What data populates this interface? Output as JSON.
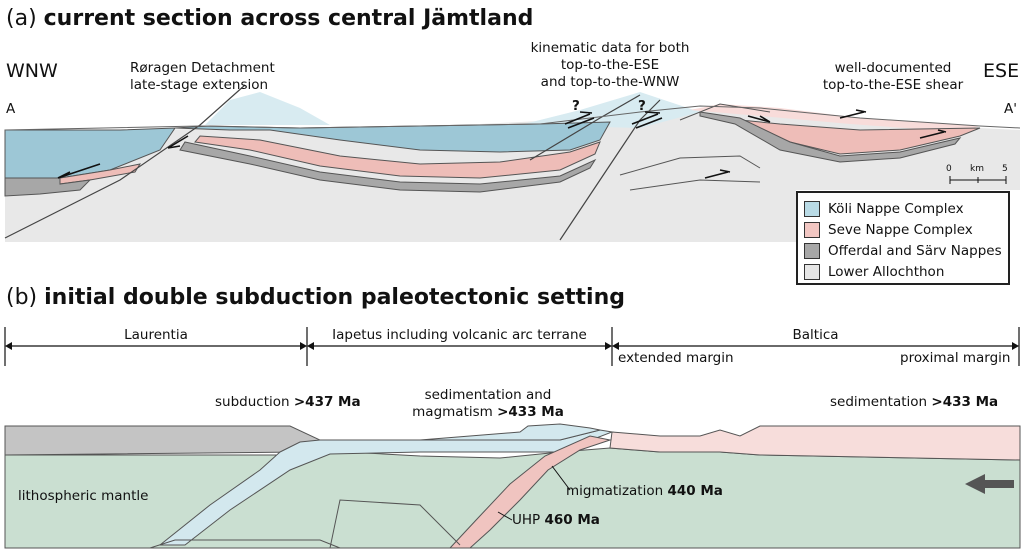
{
  "panel_a": {
    "title_prefix": "(a) ",
    "title_bold": "current section across central Jämtland",
    "dir_left": "WNW",
    "dir_right": "ESE",
    "point_left": "A",
    "point_right": "A'",
    "note_detachment": [
      "Røragen Detachment",
      "late-stage extension"
    ],
    "note_kinematic": [
      "kinematic data for both",
      "top-to-the-ESE",
      "and top-to-the-WNW"
    ],
    "note_shear": [
      "well-documented",
      "top-to-the-ESE shear"
    ],
    "question_mark": "?",
    "scale": {
      "start": "0",
      "unit": "km",
      "end": "5"
    },
    "legend": [
      {
        "label": "Köli Nappe Complex",
        "color": "#b9dbe6"
      },
      {
        "label": "Seve Nappe Complex",
        "color": "#f1c6c2"
      },
      {
        "label": "Offerdal and Särv Nappes",
        "color": "#a7a7a7"
      },
      {
        "label": "Lower Allochthon",
        "color": "#e6e6e6"
      }
    ]
  },
  "panel_b": {
    "title_prefix": "(b) ",
    "title_bold": "initial double subduction paleotectonic setting",
    "domains": [
      "Laurentia",
      "Iapetus including volcanic arc terrane",
      "Baltica"
    ],
    "margins": [
      "extended margin",
      "proximal margin"
    ],
    "subduction": {
      "text": "subduction ",
      "bold": ">437 Ma"
    },
    "sed_magmatism": {
      "line1": "sedimentation and",
      "text": "magmatism ",
      "bold": ">433 Ma"
    },
    "sedimentation": {
      "text": "sedimentation ",
      "bold": ">433 Ma"
    },
    "mantle": "lithospheric mantle",
    "migmatization": {
      "text": "migmatization ",
      "bold": "440 Ma"
    },
    "uhp": {
      "text": "UHP ",
      "bold": "460 Ma"
    },
    "colors": {
      "mantle": "#cadfd1",
      "crust_grey": "#c4c4c4",
      "koli": "#d3e8ee",
      "seve": "#f7dddb"
    }
  }
}
